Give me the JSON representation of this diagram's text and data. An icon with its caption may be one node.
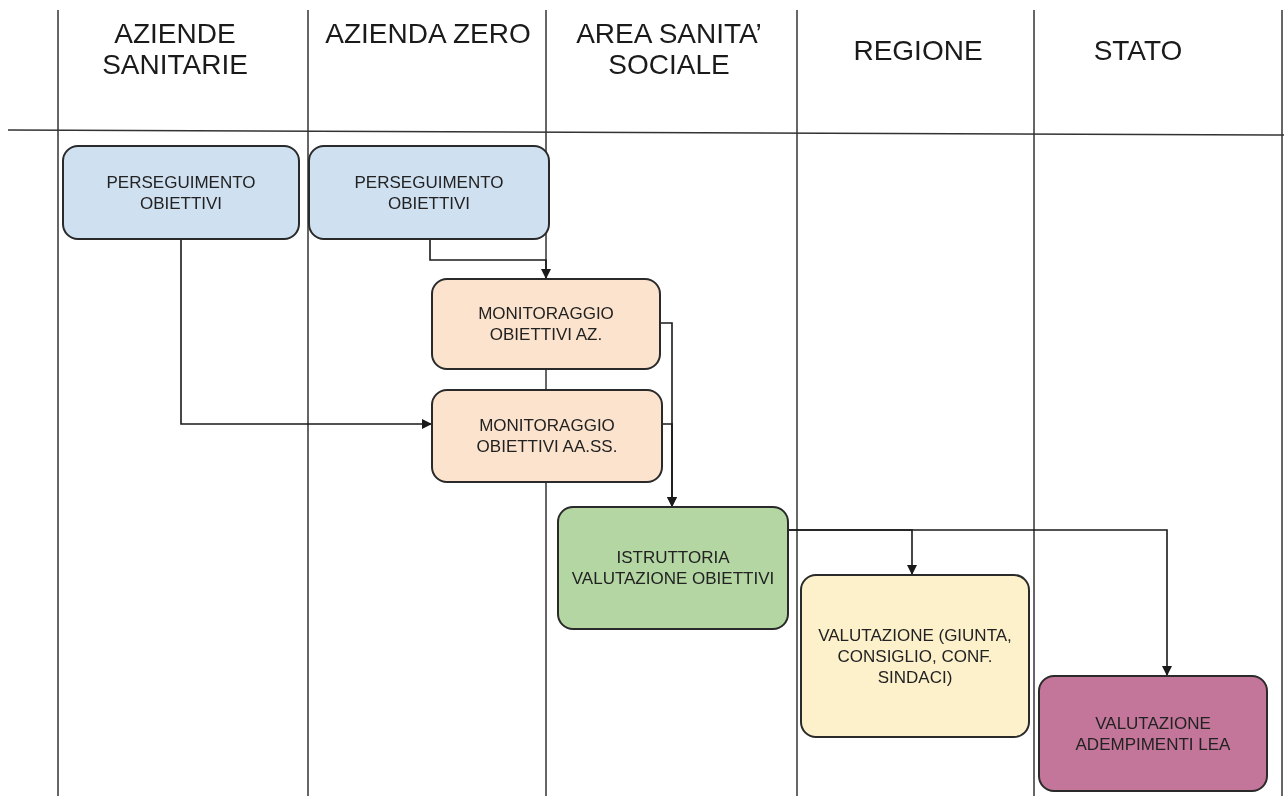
{
  "diagram": {
    "nodes": [
      {
        "text": [
          "PERSEGUIMENTO OBIETTIVI"
        ]
      },
      {
        "text": [
          "PERSEGUIMENTO OBIETTIVI"
        ]
      },
      {
        "text": [
          "MONITORAGGIO OBIETTIVI AZ."
        ]
      },
      {
        "text": [
          "MONITORAGGIO OBIETTIVI AA.SS."
        ]
      },
      {
        "text": [
          "ISTRUTTORIA VALUTAZIONE OBIETTIVI"
        ]
      },
      {
        "text": [
          "VALUTAZIONE (GIUNTA, CONSIGLIO, CONF. SINDACI)"
        ]
      },
      {
        "text": [
          "VALUTAZIONE ADEMPIMENTI LEA"
        ]
      }
    ],
    "edges": [
      {
        "from": 0,
        "to": 3,
        "arrow": "to"
      },
      {
        "from": 1,
        "to": 2,
        "arrow": "to"
      },
      {
        "from": 2,
        "to": 4,
        "arrow": "to"
      },
      {
        "from": 3,
        "to": 4,
        "arrow": "to"
      },
      {
        "from": 4,
        "to": 5,
        "arrow": "to"
      },
      {
        "from": 4,
        "to": 6,
        "arrow": "to"
      }
    ],
    "labels": [
      "AZIENDE SANITARIE",
      "AZIENDA ZERO",
      "AREA SANITA’ SOCIALE",
      "REGIONE",
      "STATO"
    ]
  }
}
